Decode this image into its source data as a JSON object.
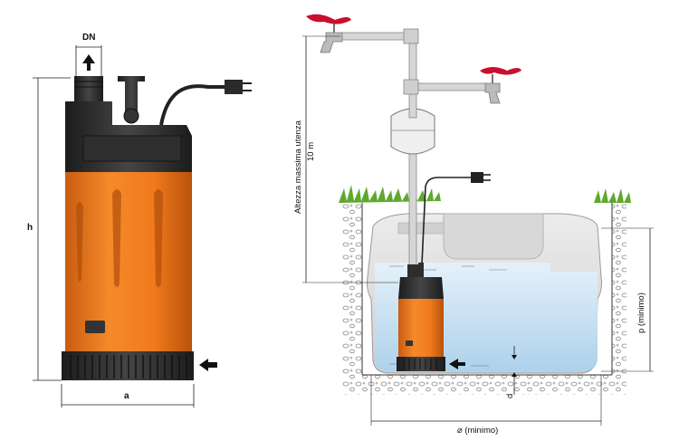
{
  "pump_dimensions": {
    "dn_label": "DN",
    "height_label": "h",
    "width_label": "a"
  },
  "installation": {
    "max_height_label": "Altezza massima utenza",
    "max_height_value": "10 m",
    "depth_label": "p (minimo)",
    "diameter_label": "⌀  (minimo)",
    "bottom_gap_label": "d"
  },
  "colors": {
    "pump_orange": "#f07a1c",
    "pump_dark": "#2b2b2b",
    "water": "#cfe6f6",
    "tank": "#e2e2e2",
    "grass": "#5ea82e",
    "valve_red": "#c8102e"
  }
}
